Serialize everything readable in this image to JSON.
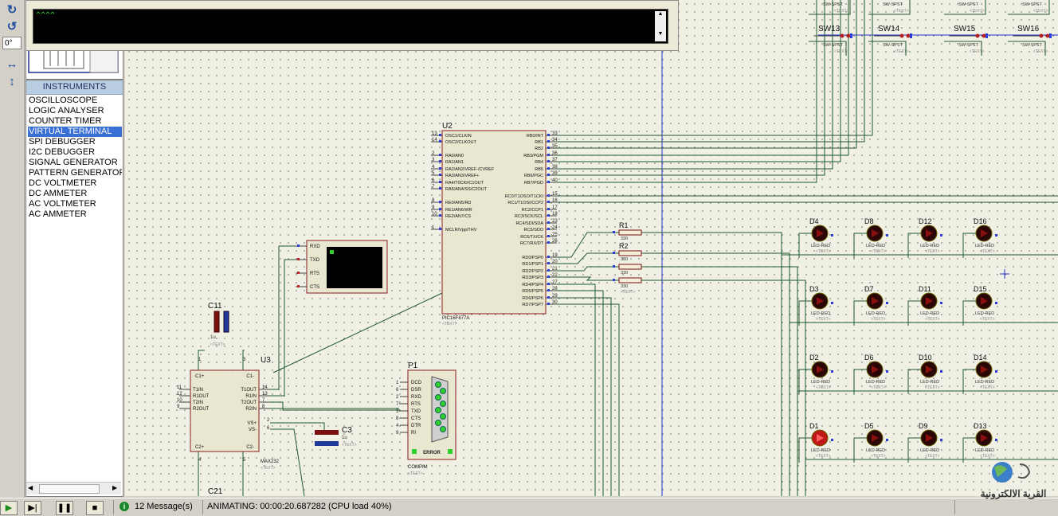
{
  "toolbar": {
    "rotation_value": "0°",
    "rotate_cw_icon": "rotate-clockwise-icon",
    "rotate_ccw_icon": "rotate-counterclockwise-icon",
    "mirror_h_icon": "mirror-horizontal-icon",
    "mirror_v_icon": "mirror-vertical-icon"
  },
  "instruments": {
    "title": "INSTRUMENTS",
    "items": [
      "OSCILLOSCOPE",
      "LOGIC ANALYSER",
      "COUNTER TIMER",
      "VIRTUAL TERMINAL",
      "SPI DEBUGGER",
      "I2C DEBUGGER",
      "SIGNAL GENERATOR",
      "PATTERN GENERATOR",
      "DC VOLTMETER",
      "DC AMMETER",
      "AC VOLTMETER",
      "AC AMMETER"
    ],
    "selected": "VIRTUAL TERMINAL"
  },
  "terminal": {
    "text": "^^^^"
  },
  "schematic": {
    "mcu": {
      "ref": "U2",
      "part": "PIC16F877A",
      "text": "<TEXT>",
      "left_pins": [
        {
          "num": "13",
          "name": "OSC1/CLKIN"
        },
        {
          "num": "14",
          "name": "OSC2/CLKOUT"
        },
        {
          "num": "2",
          "name": "RA0/AN0"
        },
        {
          "num": "3",
          "name": "RA1/AN1"
        },
        {
          "num": "4",
          "name": "RA2/AN2/VREF-/CVREF"
        },
        {
          "num": "5",
          "name": "RA3/AN3/VREF+"
        },
        {
          "num": "6",
          "name": "RA4/T0CKI/C1OUT"
        },
        {
          "num": "7",
          "name": "RA5/AN4/SS/C2OUT"
        },
        {
          "num": "8",
          "name": "RE0/AN5/RD"
        },
        {
          "num": "9",
          "name": "RE1/AN6/WR"
        },
        {
          "num": "10",
          "name": "RE2/AN7/CS"
        },
        {
          "num": "1",
          "name": "MCLR/Vpp/THV"
        }
      ],
      "right_pins": [
        {
          "num": "33",
          "name": "RB0/INT"
        },
        {
          "num": "34",
          "name": "RB1"
        },
        {
          "num": "35",
          "name": "RB2"
        },
        {
          "num": "36",
          "name": "RB3/PGM"
        },
        {
          "num": "37",
          "name": "RB4"
        },
        {
          "num": "38",
          "name": "RB5"
        },
        {
          "num": "39",
          "name": "RB6/PGC"
        },
        {
          "num": "40",
          "name": "RB7/PGD"
        },
        {
          "num": "15",
          "name": "RC0/T1OSO/T1CKI"
        },
        {
          "num": "16",
          "name": "RC1/T1OSI/CCP2"
        },
        {
          "num": "17",
          "name": "RC2/CCP1"
        },
        {
          "num": "18",
          "name": "RC3/SCK/SCL"
        },
        {
          "num": "23",
          "name": "RC4/SDI/SDA"
        },
        {
          "num": "24",
          "name": "RC5/SDO"
        },
        {
          "num": "25",
          "name": "RC6/TX/CK"
        },
        {
          "num": "26",
          "name": "RC7/RX/DT"
        },
        {
          "num": "19",
          "name": "RD0/PSP0"
        },
        {
          "num": "20",
          "name": "RD1/PSP1"
        },
        {
          "num": "21",
          "name": "RD2/PSP2"
        },
        {
          "num": "22",
          "name": "RD3/PSP3"
        },
        {
          "num": "27",
          "name": "RD4/PSP4"
        },
        {
          "num": "28",
          "name": "RD5/PSP5"
        },
        {
          "num": "29",
          "name": "RD6/PSP6"
        },
        {
          "num": "30",
          "name": "RD7/PSP7"
        }
      ]
    },
    "max232": {
      "ref": "U3",
      "part": "MAX232",
      "text": "<TEXT>",
      "left_pins": [
        {
          "num": "11",
          "name": "T1IN"
        },
        {
          "num": "12",
          "name": "R1OUT"
        },
        {
          "num": "10",
          "name": "T2IN"
        },
        {
          "num": "9",
          "name": "R2OUT"
        }
      ],
      "right_pins": [
        {
          "num": "14",
          "name": "T1OUT"
        },
        {
          "num": "13",
          "name": "R1IN"
        },
        {
          "num": "7",
          "name": "T2OUT"
        },
        {
          "num": "8",
          "name": "R2IN"
        }
      ],
      "top_labels": [
        "C1+",
        "C1-"
      ],
      "bottom_labels": [
        "C2+",
        "C2-"
      ],
      "side_labels": [
        "VS+",
        "VS-"
      ],
      "pin_nums_extra": [
        "1",
        "3",
        "2",
        "6",
        "4",
        "5"
      ]
    },
    "vterm": {
      "pins": [
        "RXD",
        "TXD",
        "RTS",
        "CTS"
      ]
    },
    "compim": {
      "ref": "P1",
      "part": "COMPIM",
      "text": "<TEXT>",
      "error": "ERROR",
      "pins": [
        {
          "num": "1",
          "name": "DCD"
        },
        {
          "num": "6",
          "name": "DSR"
        },
        {
          "num": "2",
          "name": "RXD"
        },
        {
          "num": "7",
          "name": "RTS"
        },
        {
          "num": "3",
          "name": "TXD"
        },
        {
          "num": "8",
          "name": "CTS"
        },
        {
          "num": "4",
          "name": "DTR"
        },
        {
          "num": "9",
          "name": "RI"
        }
      ]
    },
    "caps": [
      {
        "ref": "C11",
        "value": "1u",
        "text": "<TEXT>"
      },
      {
        "ref": "C3",
        "value": "1u",
        "text": "<TEXT>"
      },
      {
        "ref": "C21",
        "value": "",
        "text": ""
      }
    ],
    "resistors": {
      "refs": [
        "R1",
        "R2"
      ],
      "value": "330",
      "text": "<TEXT>"
    },
    "switches": {
      "row_top": [
        {
          "part": "SW-SPST",
          "text": "<TEXT>"
        },
        {
          "part": "SW-SPST",
          "text": "<TEXT>"
        },
        {
          "part": "SW-SPST",
          "text": "<TEXT>"
        },
        {
          "part": "SW-SPST",
          "text": "<TEXT>"
        }
      ],
      "row2": [
        {
          "ref": "SW13",
          "part": "SW-SPST",
          "text": "<TEXT>"
        },
        {
          "ref": "SW14",
          "part": "SW-SPST",
          "text": "<TEXT>"
        },
        {
          "ref": "SW15",
          "part": "SW-SPST",
          "text": "<TEXT>"
        },
        {
          "ref": "SW16",
          "part": "SW-SPST",
          "text": "<TEXT>"
        }
      ]
    },
    "leds": {
      "part": "LED-RED",
      "text": "<TEXT>",
      "grid": [
        [
          "D4",
          "D8",
          "D12",
          "D16"
        ],
        [
          "D3",
          "D7",
          "D11",
          "D15"
        ],
        [
          "D2",
          "D6",
          "D10",
          "D14"
        ],
        [
          "D1",
          "D5",
          "D9",
          "D13"
        ]
      ],
      "lit": [
        "D1"
      ]
    }
  },
  "statusbar": {
    "play_icon": "play-icon",
    "step_icon": "step-icon",
    "pause_icon": "pause-icon",
    "stop_icon": "stop-icon",
    "messages": "12 Message(s)",
    "animation": "ANIMATING: 00:00:20.687282 (CPU load 40%)"
  },
  "watermark": {
    "text": "القرية الالكترونية"
  }
}
